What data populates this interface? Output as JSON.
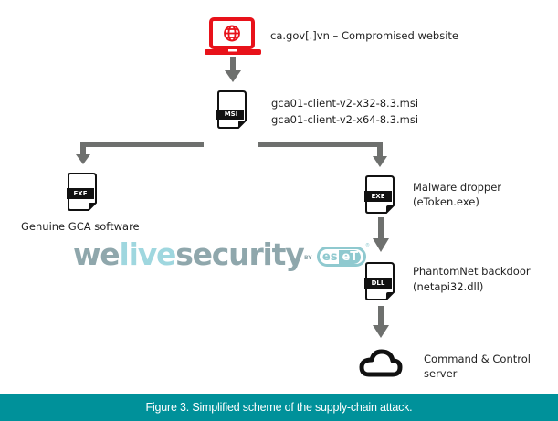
{
  "nodes": {
    "website": {
      "label": "ca.gov[.]vn – Compromised website",
      "icon": "laptop-globe-icon",
      "color": "#e8121a"
    },
    "msi": {
      "badge": "MSI",
      "lines": [
        "gca01-client-v2-x32-8.3.msi",
        "gca01-client-v2-x64-8.3.msi"
      ]
    },
    "genuine": {
      "badge": "EXE",
      "label": "Genuine GCA software"
    },
    "dropper": {
      "badge": "EXE",
      "lines": [
        "Malware dropper",
        "(eToken.exe)"
      ]
    },
    "backdoor": {
      "badge": "DLL",
      "lines": [
        "PhantomNet backdoor",
        "(netapi32.dll)"
      ]
    },
    "c2": {
      "icon": "cloud-icon",
      "lines": [
        "Command & Control",
        "server"
      ]
    }
  },
  "watermark": {
    "we": "we",
    "live": "live",
    "security": "security",
    "by": "BY",
    "eset_es": "es",
    "eset_et": "eT",
    "registered": "®"
  },
  "caption": "Figure 3. Simplified scheme of the supply-chain attack.",
  "colors": {
    "arrow": "#6e706e",
    "caption_bg": "#00919a",
    "accent_red": "#e8121a"
  }
}
